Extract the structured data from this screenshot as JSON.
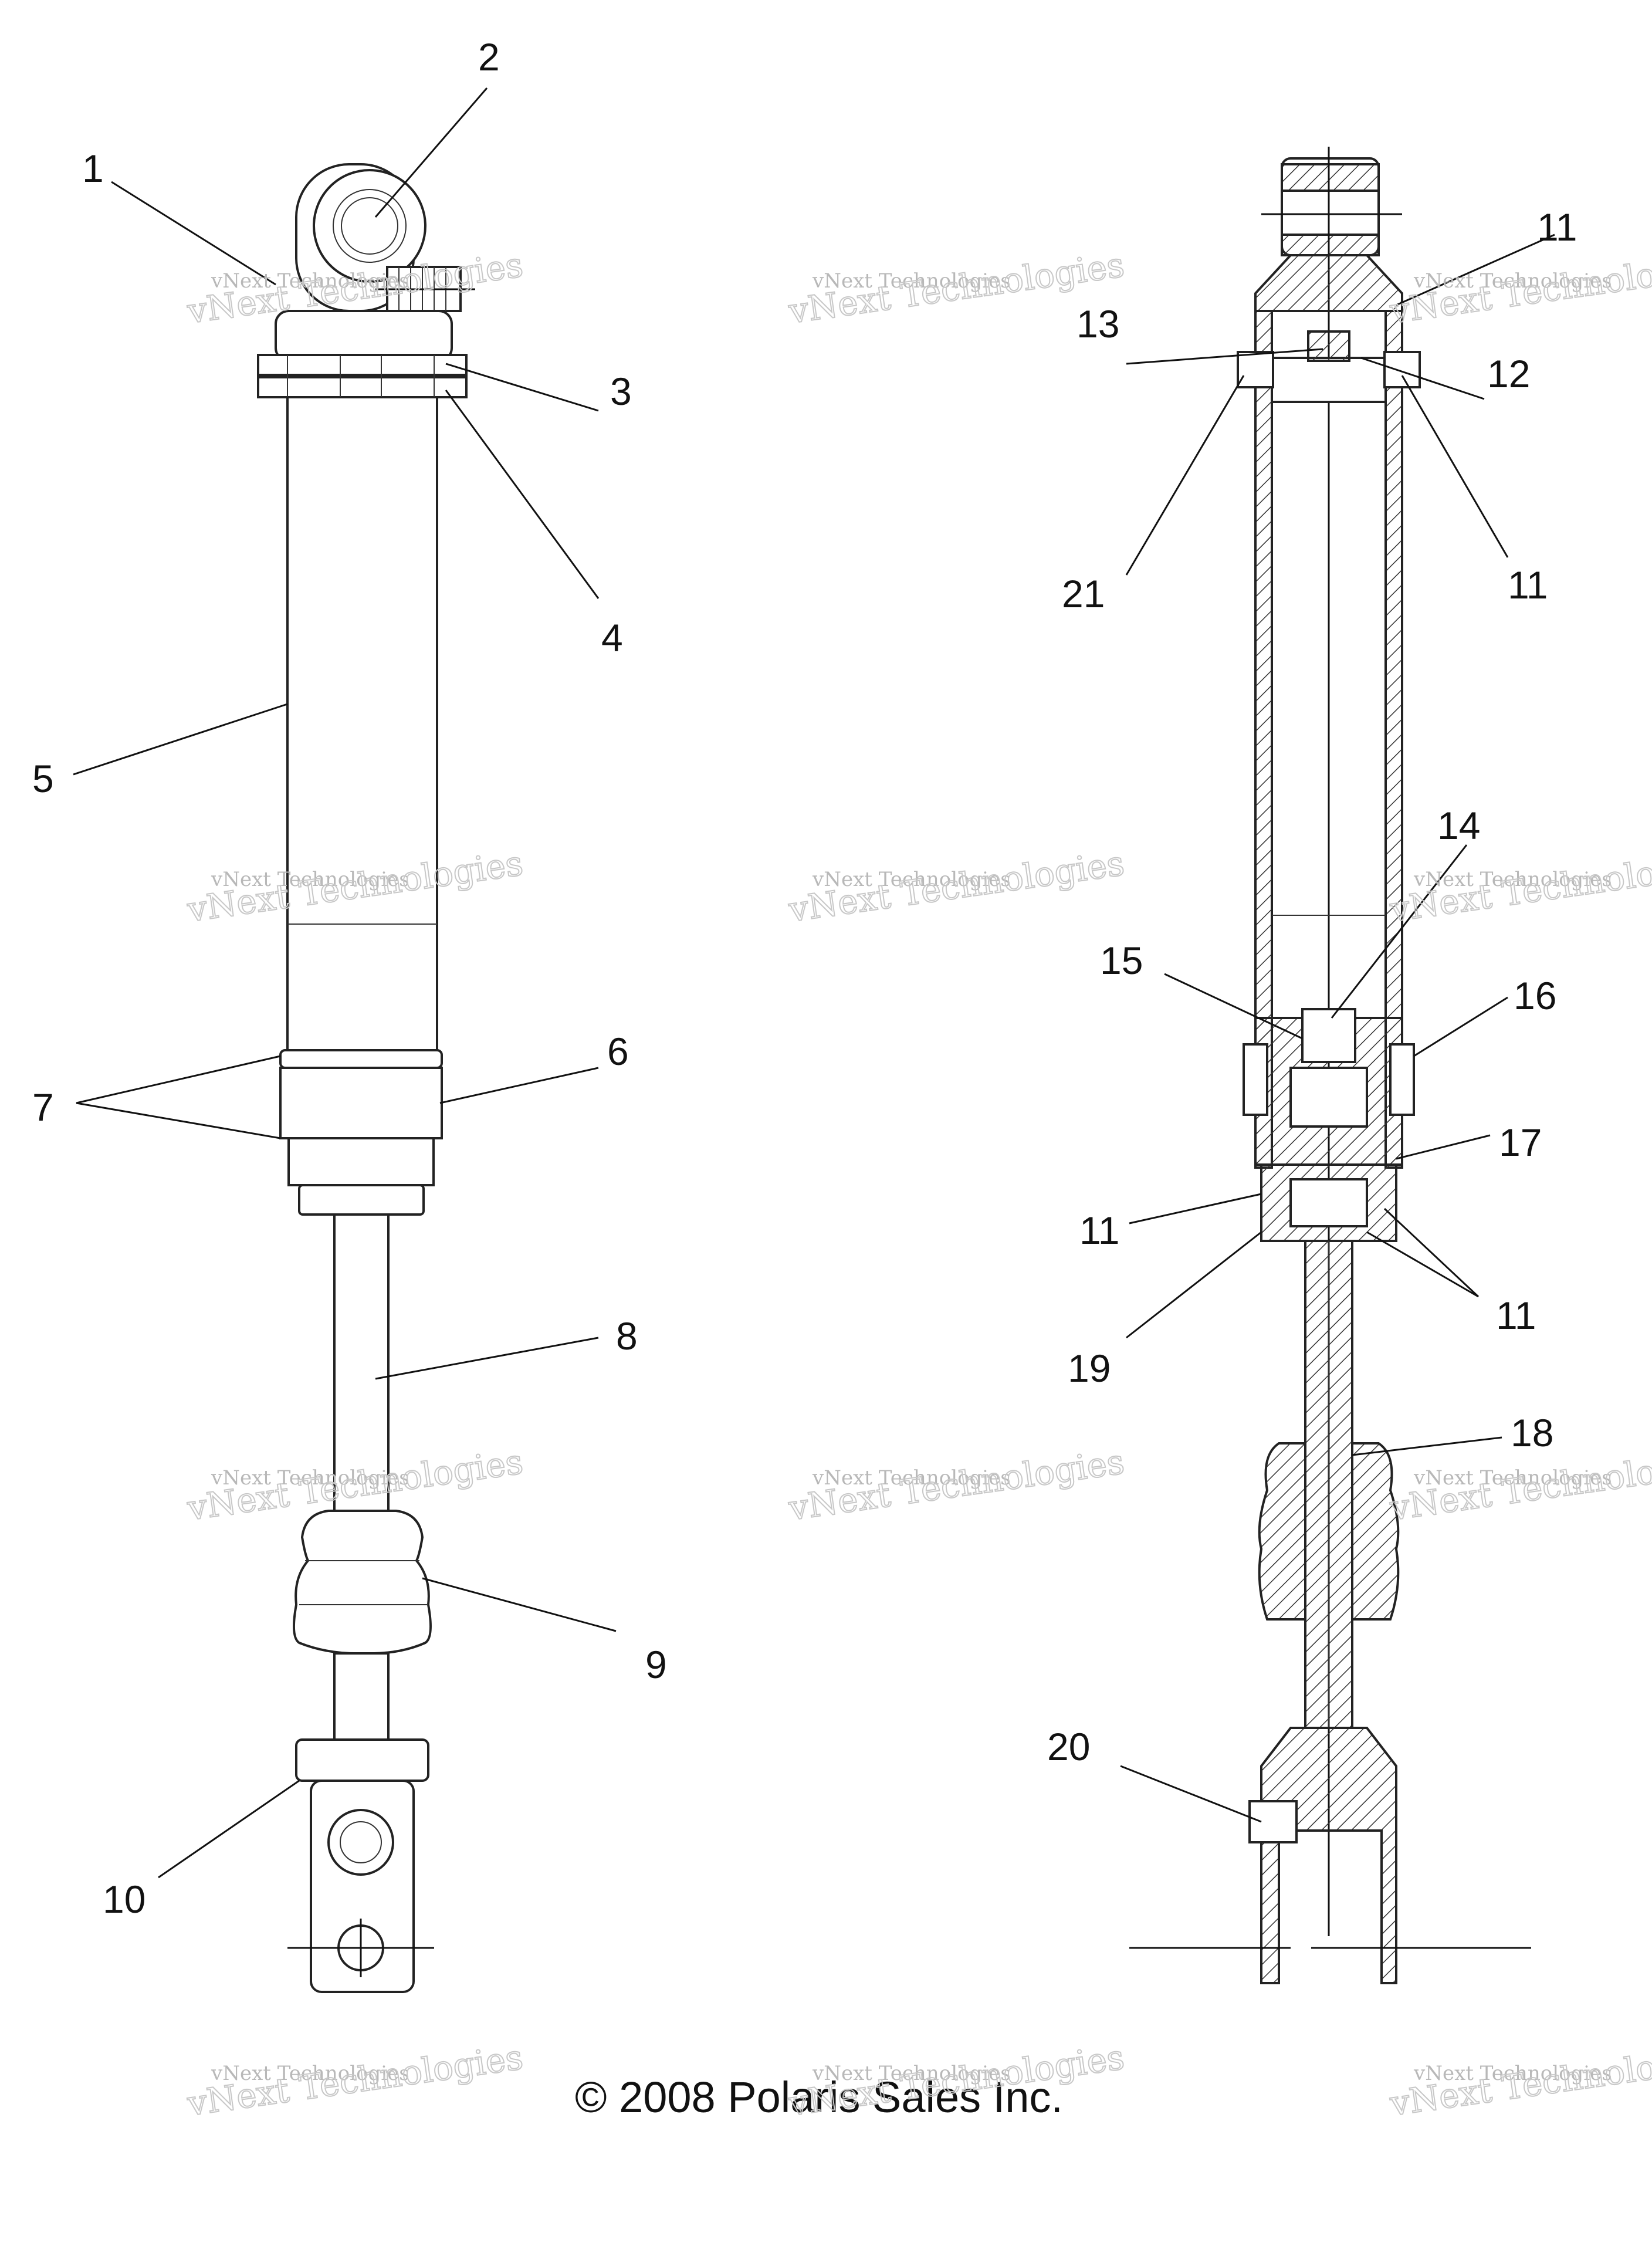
{
  "copyright": "© 2008 Polaris Sales Inc.",
  "watermark": {
    "line1": "vNext Technologies",
    "line2": "vNext Technologies"
  },
  "callouts": {
    "c1": "1",
    "c2": "2",
    "c3": "3",
    "c4": "4",
    "c5": "5",
    "c6": "6",
    "c7": "7",
    "c8": "8",
    "c9": "9",
    "c10": "10",
    "c11a": "11",
    "c11b": "11",
    "c11c": "11",
    "c11d": "11",
    "c12": "12",
    "c13": "13",
    "c14": "14",
    "c15": "15",
    "c16": "16",
    "c17": "17",
    "c18": "18",
    "c19": "19",
    "c20": "20",
    "c21": "21"
  }
}
